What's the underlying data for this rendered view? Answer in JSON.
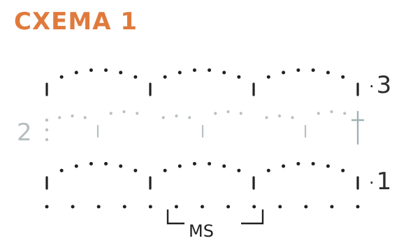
{
  "title": "СХЕМА 1",
  "colors": {
    "title": "#e07a3c",
    "dark_symbol": "#222222",
    "light_symbol": "#b8c0c3",
    "teal_symbol": "#9fb1b4",
    "background": "#ffffff"
  },
  "row_labels": {
    "row3": "3",
    "row2": "2",
    "row1": "1"
  },
  "repeat_label": "MS",
  "symbols": {
    "dot": "chain-stitch",
    "bar": "stitch",
    "cross": "end-stitch"
  }
}
